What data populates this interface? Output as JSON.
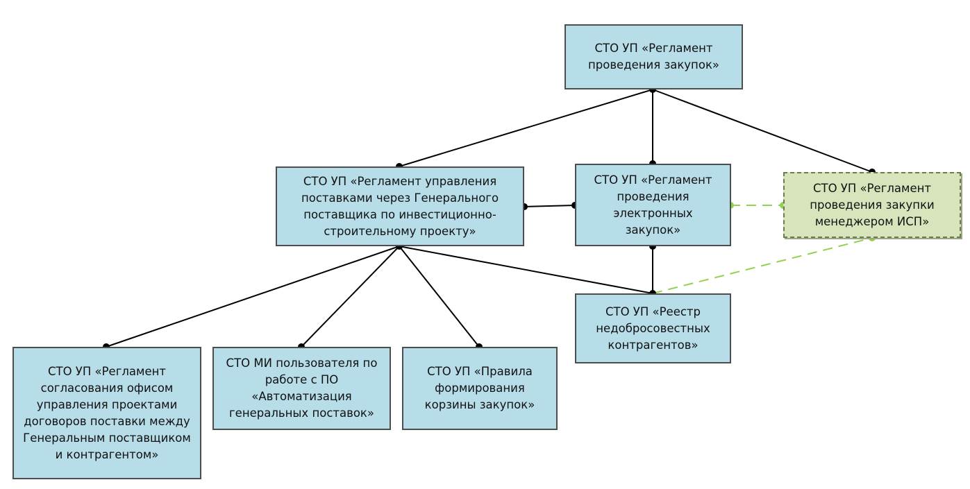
{
  "nodes": {
    "main": "СТО УП «Регламент проведения закупок»",
    "gen_supplier": "СТО УП «Регламент управления поставками через Генерального поставщика по инвестиционно-строительному проекту»",
    "electronic": "СТО УП «Регламент проведения электронных закупок»",
    "isp": "СТО УП «Регламент проведения закупки менеджером ИСП»",
    "registry": "СТО УП «Реестр недобросовестных контрагентов»",
    "office": "СТО УП «Регламент согласования офисом управления проектами договоров поставки между Генеральным поставщиком и контрагентом»",
    "mi": "СТО МИ пользователя по работе с ПО «Автоматизация генеральных поставок»",
    "rules": "СТО УП «Правила формирования корзины закупок»"
  },
  "colors": {
    "box_fill": "#b6dde8",
    "box_border": "#4d4d4d",
    "green_fill": "#d8e4bc",
    "green_border": "#6b7c4a",
    "green_link": "#92d050",
    "solid_link": "#000000"
  }
}
